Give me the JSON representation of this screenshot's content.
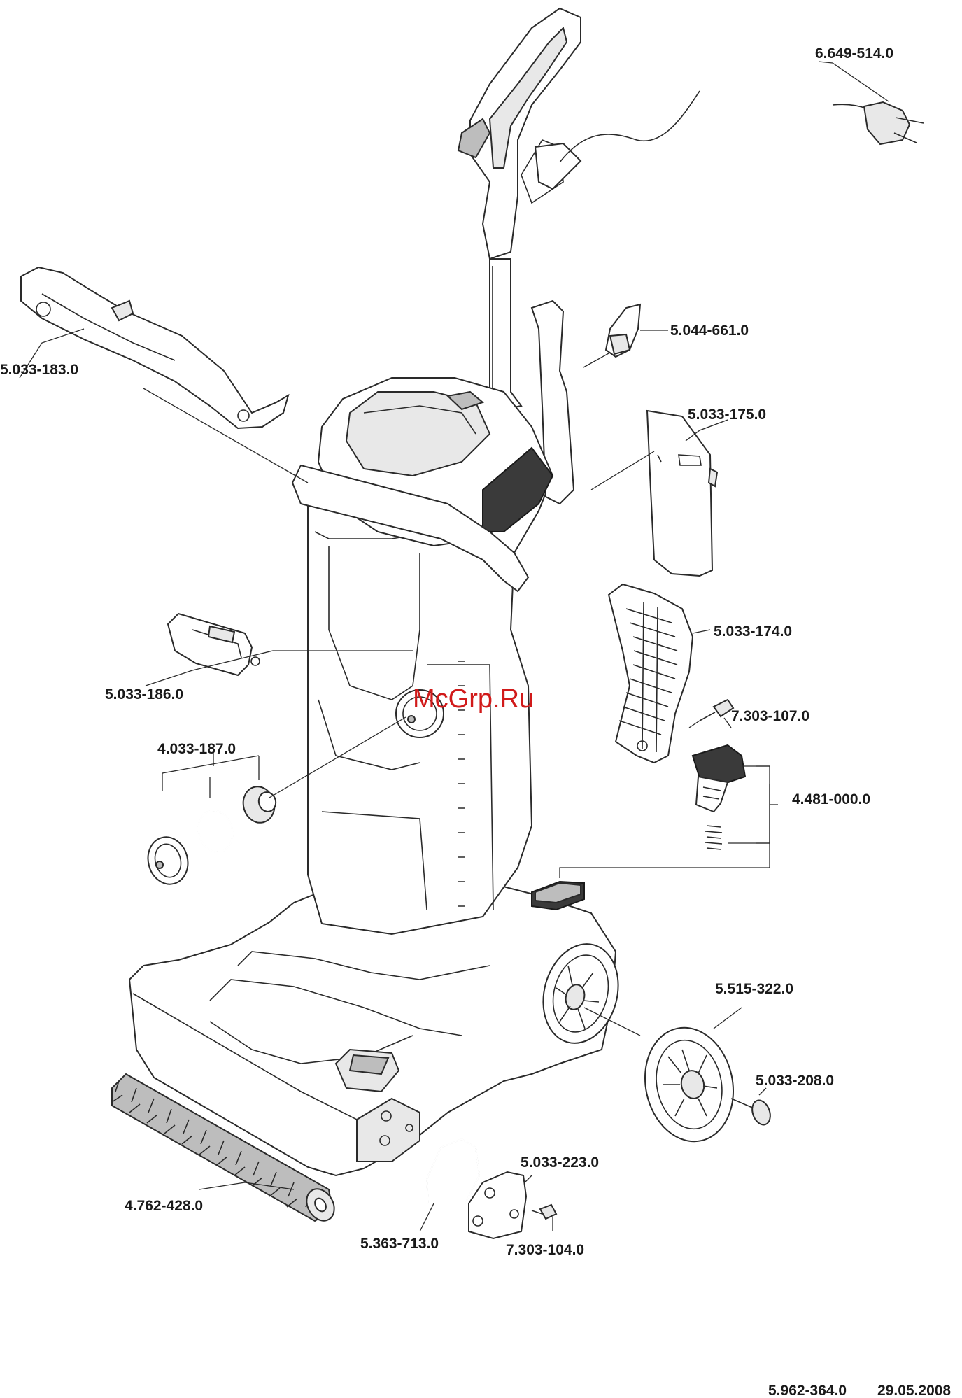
{
  "parts": [
    {
      "id": "p1",
      "number": "6.649-514.0",
      "icon": "power-cord-icon"
    },
    {
      "id": "p2",
      "number": "5.044-661.0",
      "icon": "lever-icon"
    },
    {
      "id": "p3",
      "number": "5.033-183.0",
      "icon": "handle-bar-icon"
    },
    {
      "id": "p4",
      "number": "5.033-175.0",
      "icon": "cover-plate-icon"
    },
    {
      "id": "p5",
      "number": "5.033-174.0",
      "icon": "filter-grid-icon"
    },
    {
      "id": "p6",
      "number": "5.033-186.0",
      "icon": "clip-icon"
    },
    {
      "id": "p7",
      "number": "7.303-107.0",
      "icon": "screw-icon"
    },
    {
      "id": "p8",
      "number": "4.033-187.0",
      "icon": "knob-set-icon"
    },
    {
      "id": "p9",
      "number": "4.481-000.0",
      "icon": "pedal-spring-icon"
    },
    {
      "id": "p10",
      "number": "5.515-322.0",
      "icon": "wheel-icon"
    },
    {
      "id": "p11",
      "number": "5.033-208.0",
      "icon": "axle-pin-icon"
    },
    {
      "id": "p12",
      "number": "5.033-223.0",
      "icon": "end-cap-icon"
    },
    {
      "id": "p13",
      "number": "4.762-428.0",
      "icon": "brush-roller-icon"
    },
    {
      "id": "p14",
      "number": "5.363-713.0",
      "icon": "gasket-icon"
    },
    {
      "id": "p15",
      "number": "7.303-104.0",
      "icon": "screw-icon"
    }
  ],
  "watermark": "McGrp.Ru",
  "footer": {
    "drawing_number": "5.962-364.0",
    "date": "29.05.2008"
  }
}
